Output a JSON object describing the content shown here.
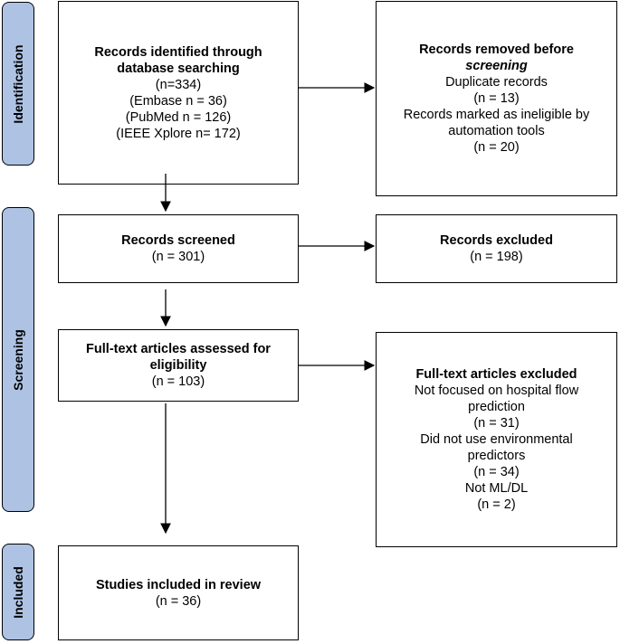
{
  "stages": {
    "identification": "Identification",
    "screening": "Screening",
    "included": "Included"
  },
  "identified": {
    "title": "Records identified through database searching",
    "total": "(n=334)",
    "embase": "(Embase n = 36)",
    "pubmed": "(PubMed n = 126)",
    "ieee": "(IEEE Xplore n= 172)"
  },
  "removed": {
    "title": "Records removed before",
    "title_italic": "screening",
    "duplicates_label": "Duplicate records",
    "duplicates_n": "(n = 13)",
    "ineligible_label": "Records marked as ineligible by automation tools",
    "ineligible_n": "(n = 20)"
  },
  "screened": {
    "title": "Records screened",
    "n": "(n = 301)"
  },
  "excluded": {
    "title": "Records excluded",
    "n": "(n = 198)"
  },
  "fulltext": {
    "title": "Full-text articles assessed for eligibility",
    "n": "(n = 103)"
  },
  "fulltext_excluded": {
    "title": "Full-text articles excluded",
    "reason1": "Not focused on hospital flow prediction",
    "reason1_n": "(n = 31)",
    "reason2": "Did not use environmental predictors",
    "reason2_n": "(n = 34)",
    "reason3": "Not ML/DL",
    "reason3_n": "(n = 2)"
  },
  "included": {
    "title": "Studies included in review",
    "n": "(n = 36)"
  }
}
